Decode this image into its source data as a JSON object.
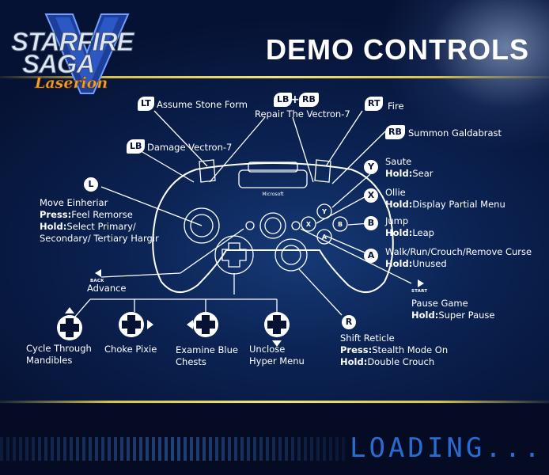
{
  "title": "DEMO CONTROLS",
  "logo": {
    "line1": "STARFIRE",
    "line2": "SAGA",
    "line3": "Laserion"
  },
  "loading": "LOADING...",
  "controller_brand": "Microsoft",
  "buttons": {
    "lt": "LT",
    "lb": "LB",
    "rb": "RB",
    "rt": "RT",
    "l": "L",
    "r": "R",
    "y": "Y",
    "x": "X",
    "b": "B",
    "a": "A",
    "back": "BACK",
    "start": "START",
    "plus": "+"
  },
  "labels": {
    "lt": "Assume Stone Form",
    "lb_rb": "Repair The Vectron-7",
    "rt": "Fire",
    "rb": "Summon Galdabrast",
    "lb": "Damage Vectron-7",
    "y_action": "Saute",
    "y_hold": "Sear",
    "x_action": "Ollie",
    "x_hold": "Display Partial Menu",
    "b_action": "Jump",
    "b_hold": "Leap",
    "a_action": "Walk/Run/Crouch/Remove Curse",
    "a_hold": "Unused",
    "ls_action": "Move Einheriar",
    "ls_press": "Feel Remorse",
    "ls_hold_1": "Select Primary/",
    "ls_hold_2": "Secondary/ Tertiary Hargir",
    "back": "Advance",
    "start_action": "Pause Game",
    "start_hold": "Super Pause",
    "rs_action": "Shift Reticle",
    "rs_press": "Stealth Mode On",
    "rs_hold": "Double Crouch",
    "dpad_up_1": "Cycle Through",
    "dpad_up_2": "Mandibles",
    "dpad_right": "Choke Pixie",
    "dpad_left_1": "Examine Blue",
    "dpad_left_2": "Chests",
    "dpad_down_1": "Unclose",
    "dpad_down_2": "Hyper Menu",
    "hold_prefix": "Hold:",
    "press_prefix": "Press:"
  },
  "colors": {
    "background": "#061233",
    "accent_line": "#d9c24a",
    "loading": "#2a6bd2",
    "logo_orange": "#f0a12a"
  }
}
